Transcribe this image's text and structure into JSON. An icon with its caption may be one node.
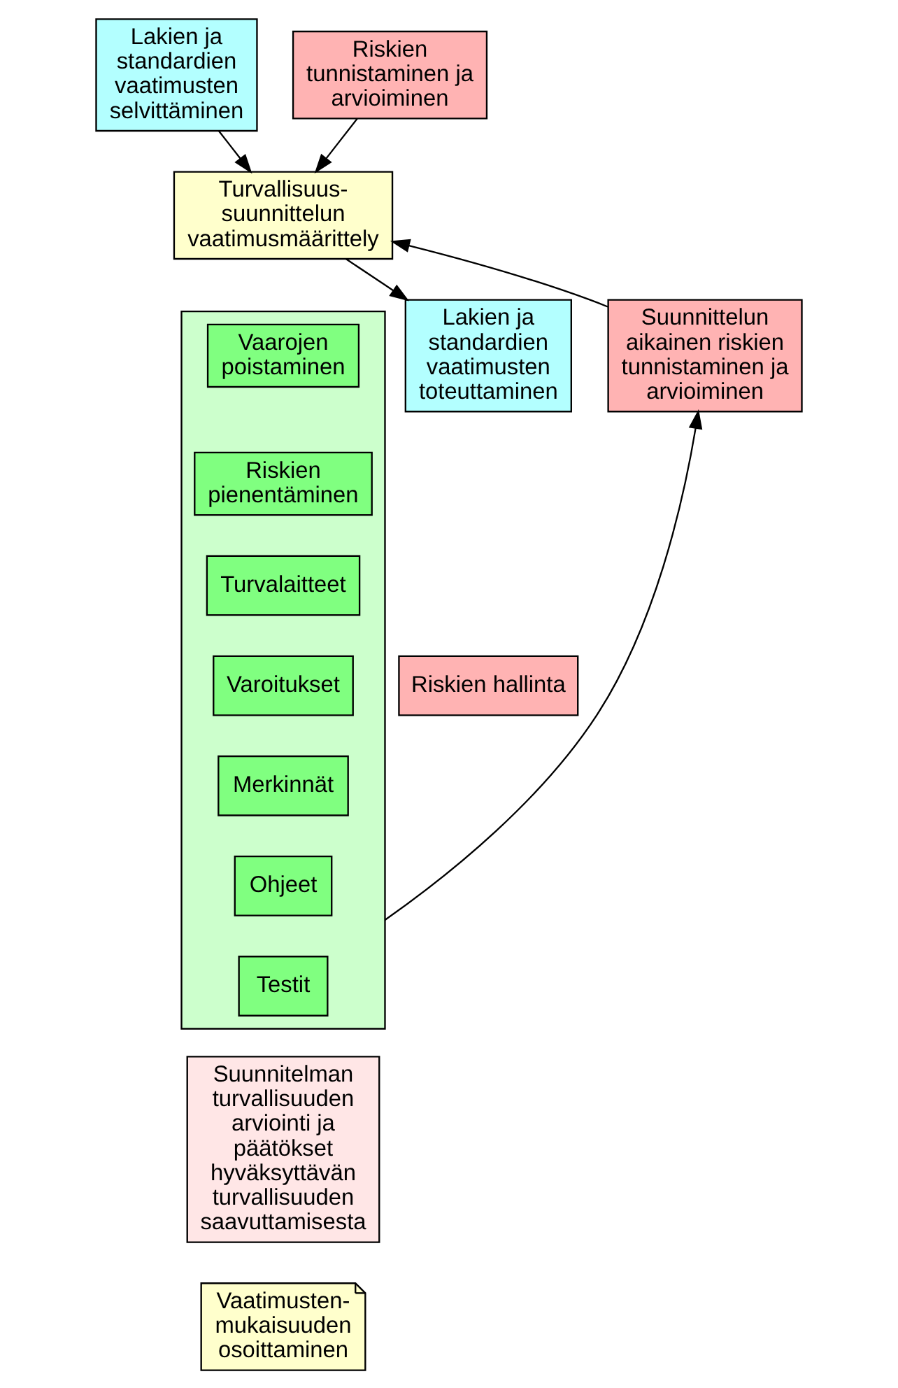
{
  "diagram": {
    "nodes": [
      {
        "text": [
          "Lakien ja standardien vaatimusten selvittäminen"
        ]
      },
      {
        "text": [
          "Riskien tunnistaminen ja arvioiminen"
        ]
      },
      {
        "text": [
          "Turvallisuus- suunnittelun vaatimusmäärittely"
        ]
      },
      {
        "text": [
          "Lakien ja standardien vaatimusten toteuttaminen"
        ]
      },
      {
        "text": [
          "Riskien hallinta"
        ]
      },
      {
        "text": [],
        "shape": "box"
      },
      {
        "text": [
          "Vaarojen poistaminen"
        ],
        "in": 5
      },
      {
        "text": [
          "Riskien pienentäminen"
        ],
        "in": 5
      },
      {
        "text": [
          "Turvalaitteet"
        ],
        "in": 5
      },
      {
        "text": [
          "Varoitukset"
        ],
        "in": 5
      },
      {
        "text": [
          "Merkinnät"
        ],
        "in": 5
      },
      {
        "text": [
          "Ohjeet"
        ],
        "in": 5
      },
      {
        "text": [
          "Testit"
        ],
        "in": 5
      },
      {
        "text": [
          "Suunnittelun aikainen riskien tunnistaminen ja arvioiminen"
        ]
      },
      {
        "text": [
          "Suunnitelman turvallisuuden arviointi ja päätökset hyväksyttävän turvallisuuden saavuttamisesta"
        ]
      },
      {
        "text": [
          "Vaatimusten- mukaisuuden osoittaminen"
        ]
      }
    ],
    "edges": [
      {
        "from": 0,
        "to": 2,
        "arrow": "to"
      },
      {
        "from": 1,
        "to": 2,
        "arrow": "to"
      },
      {
        "from": 2,
        "to": 3,
        "arrow": "to"
      },
      {
        "from": 13,
        "to": 2,
        "arrow": "to"
      },
      {
        "from": 5,
        "to": 13,
        "arrow": "to"
      }
    ]
  }
}
